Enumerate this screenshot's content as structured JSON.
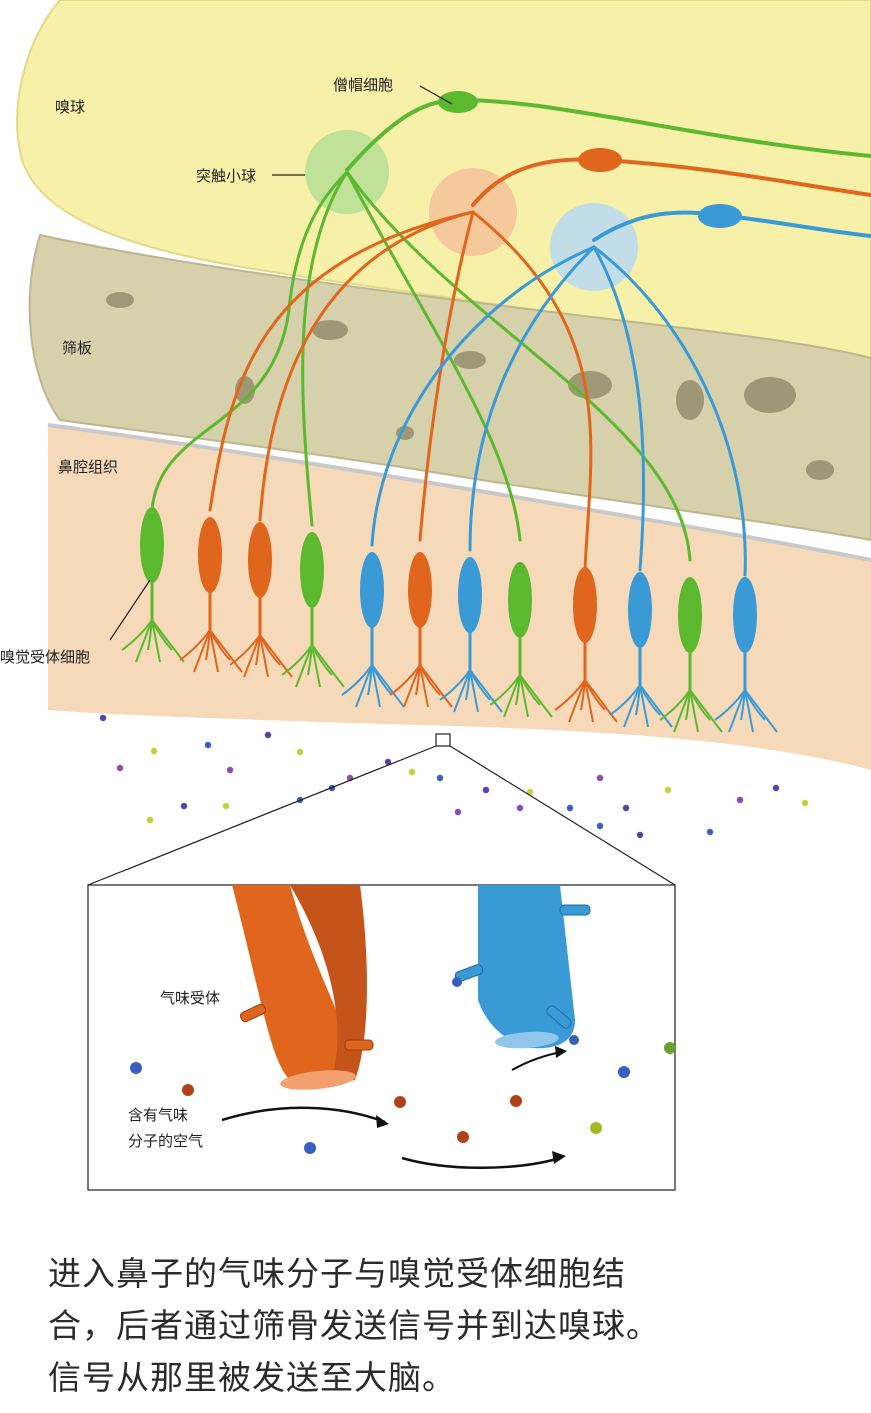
{
  "labels": {
    "olfactory_bulb": "嗅球",
    "mitral_cell": "僧帽细胞",
    "glomerulus": "突触小球",
    "cribriform_plate": "筛板",
    "nasal_tissue": "鼻腔组织",
    "receptor_cell": "嗅觉受体细胞",
    "odor_receptor": "气味受体",
    "air_line1": "含有气味",
    "air_line2": "分子的空气"
  },
  "caption": {
    "line1": "进入鼻子的气味分子与嗅觉受体细胞结",
    "line2": "合，后者通过筛骨发送信号并到达嗅球。",
    "line3": "信号从那里被发送至大脑。"
  },
  "colors": {
    "green": "#5cb82e",
    "orange": "#e0661e",
    "blue": "#3a9ad6",
    "bulb": "#f6f0a8",
    "bone": "#d8d2b0",
    "tissue": "#f6d9b8"
  }
}
